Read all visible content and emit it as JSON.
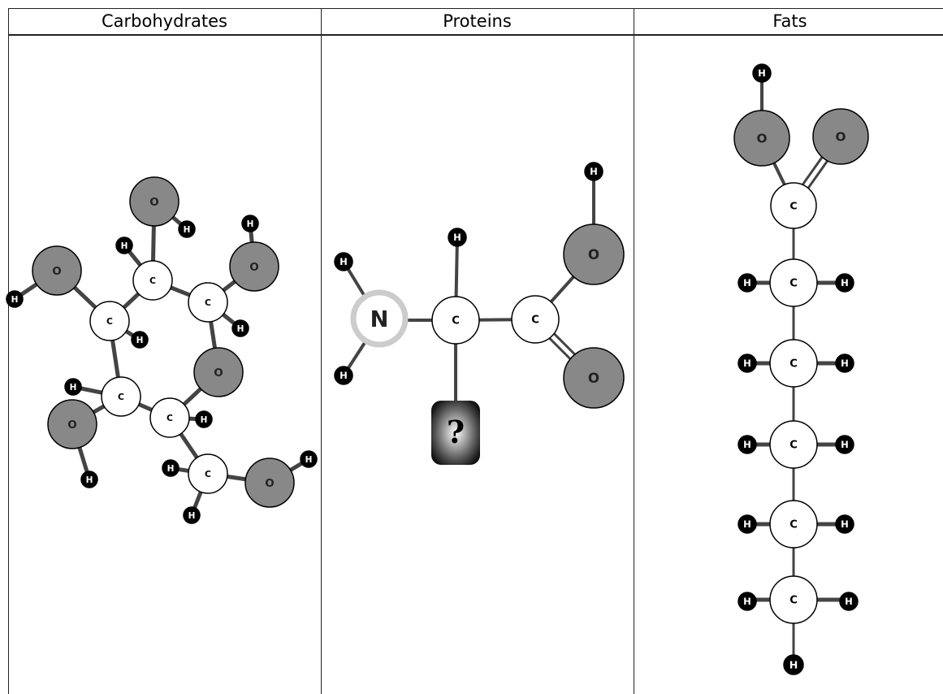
{
  "columns": [
    {
      "key": "carbohydrates",
      "title": "Carbohydrates"
    },
    {
      "key": "proteins",
      "title": "Proteins"
    },
    {
      "key": "fats",
      "title": "Fats"
    }
  ],
  "atom_labels": {
    "carbon": "C",
    "oxygen": "O",
    "hydrogen": "H",
    "nitrogen": "N",
    "unknown": "?"
  },
  "colors": {
    "oxygen": "#888888",
    "carbon": "#ffffff",
    "hydrogen": "#000000",
    "nitrogen_ring": "#cccccc",
    "bond": "#444444"
  }
}
